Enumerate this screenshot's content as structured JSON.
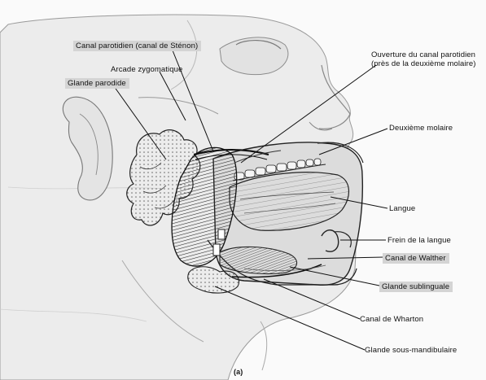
{
  "labels": {
    "canal_parotidien": "Canal parotidien (canal de Sténon)",
    "arcade_zygomatique": "Arcade zygomatique",
    "glande_parotide": "Glande parodide",
    "ouverture_line1": "Ouverture du canal parotidien",
    "ouverture_line2": "(près de la deuxième molaire)",
    "deuxieme_molaire": "Deuxième molaire",
    "langue": "Langue",
    "frein_langue": "Frein de la langue",
    "canal_walther": "Canal de Walther",
    "glande_sublinguale": "Glande sublinguale",
    "canal_wharton": "Canal de Wharton",
    "glande_sous_mandibulaire": "Glande sous-mandibulaire"
  },
  "caption": "(a)",
  "colors": {
    "ink": "#111111",
    "highlight": "#d4d4d4",
    "skin": "#e9e9e9"
  }
}
